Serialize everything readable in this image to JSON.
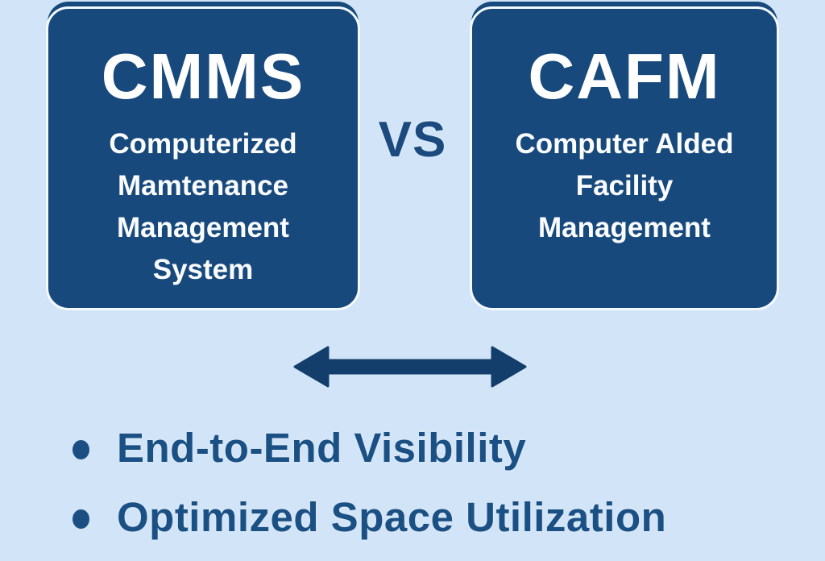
{
  "palette": {
    "background": "#d2e4f7",
    "box_fill": "#17497c",
    "box_border": "#f3f9ff",
    "box_text": "#ffffff",
    "vs_text": "#1b4a7e",
    "arrow": "#133e6b",
    "bullet_text": "#1b5084"
  },
  "comparison": {
    "vs_label": "VS",
    "left": {
      "acronym": "CMMS",
      "full_name": "Computerized\nMamtenance\nManagement\nSystem"
    },
    "right": {
      "acronym": "CAFM",
      "full_name": "Computer Alded\nFacility\nManagement"
    }
  },
  "icons": {
    "arrow": "double-headed-arrow"
  },
  "bullets": [
    {
      "label": "End-to-End Visibility"
    },
    {
      "label": "Optimized Space Utilization"
    }
  ]
}
